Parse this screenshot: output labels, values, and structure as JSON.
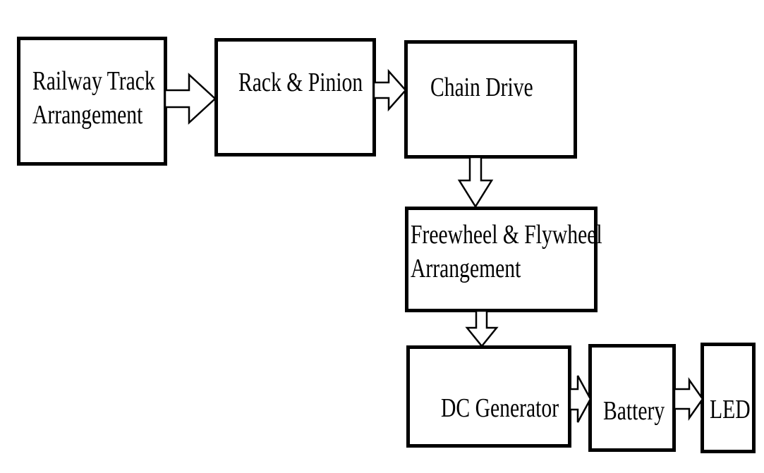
{
  "blocks": {
    "railway_track": {
      "line1": "Railway Track",
      "line2": "Arrangement"
    },
    "rack_pinion": {
      "line1": "Rack & Pinion"
    },
    "chain_drive": {
      "line1": "Chain Drive"
    },
    "freewheel_flywheel": {
      "line1": "Freewheel & Flywheel",
      "line2": "Arrangement"
    },
    "dc_generator": {
      "line1": "DC Generator"
    },
    "battery": {
      "line1": "Battery"
    },
    "led": {
      "line1": "LED"
    }
  },
  "flow": [
    [
      "railway_track",
      "rack_pinion"
    ],
    [
      "rack_pinion",
      "chain_drive"
    ],
    [
      "chain_drive",
      "freewheel_flywheel"
    ],
    [
      "freewheel_flywheel",
      "dc_generator"
    ],
    [
      "dc_generator",
      "battery"
    ],
    [
      "battery",
      "led"
    ]
  ]
}
